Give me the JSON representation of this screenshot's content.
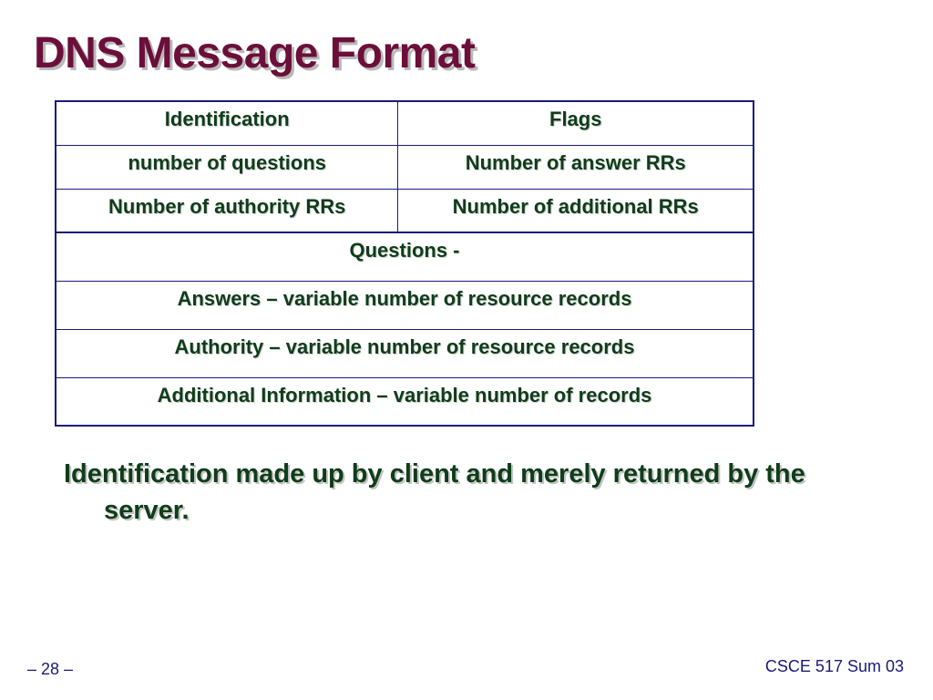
{
  "slide": {
    "title": "DNS Message Format",
    "table": {
      "half_rows": [
        [
          "Identification",
          "Flags"
        ],
        [
          "number of questions",
          "Number of answer RRs"
        ],
        [
          "Number of authority RRs",
          "Number of additional RRs"
        ]
      ],
      "full_rows": [
        "Questions -",
        "Answers – variable number of resource records",
        "Authority – variable number of resource records",
        "Additional Information – variable number of records"
      ]
    },
    "bullet": "Identification made up by client and merely returned by the server.",
    "footer": {
      "page_number": "– 28 –",
      "course": "CSCE 517 Sum 03"
    }
  },
  "colors": {
    "title": "#6b0f3a",
    "body_text": "#0f3d1a",
    "table_border": "#1a1a7a",
    "footer_text": "#1a1a7a"
  }
}
